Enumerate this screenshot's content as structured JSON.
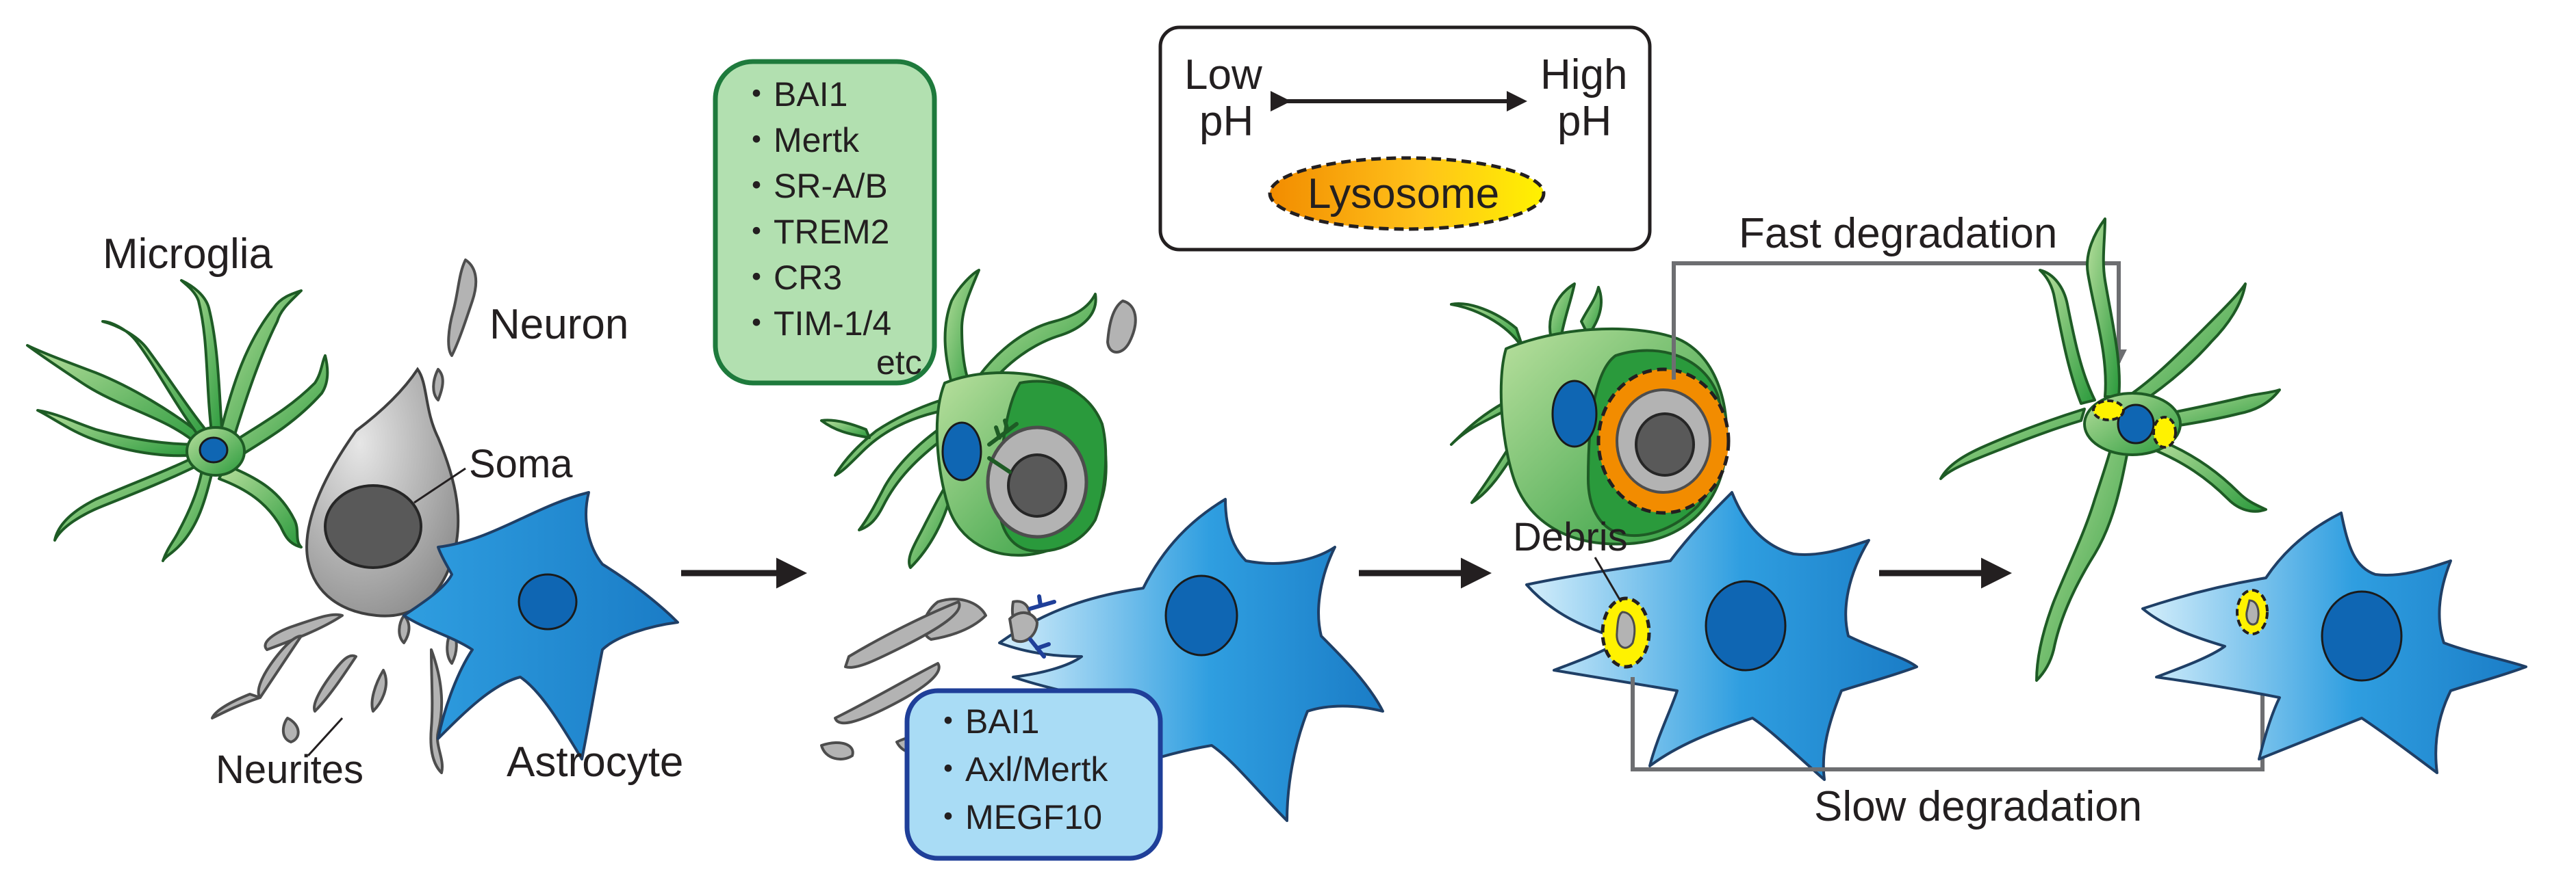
{
  "labels": {
    "microglia": "Microglia",
    "neuron": "Neuron",
    "soma": "Soma",
    "neurites": "Neurites",
    "astrocyte": "Astrocyte",
    "debris": "Debris",
    "fast_degradation": "Fast degradation",
    "slow_degradation": "Slow degradation"
  },
  "legend": {
    "low": "Low",
    "high": "High",
    "ph": "pH",
    "lysosome": "Lysosome"
  },
  "microglia_receptors": {
    "items": [
      "BAI1",
      "Mertk",
      "SR-A/B",
      "TREM2",
      "CR3",
      "TIM-1/4"
    ],
    "suffix": "etc"
  },
  "astrocyte_receptors": {
    "items": [
      "BAI1",
      "Axl/Mertk",
      "MEGF10"
    ]
  },
  "colors": {
    "microglia_light": "#a6d38a",
    "microglia_dark": "#2a9a3c",
    "microglia_outline": "#1e5b25",
    "astrocyte": "#2f9ee0",
    "astrocyte_light": "#bfe4f7",
    "nucleus": "#0f66b3",
    "neuron_gray": "#b3b3b3",
    "neuron_dark": "#595959",
    "lysosome_orange": "#f28c00",
    "lysosome_yellow": "#fff200",
    "green_box_fill": "#b2e0b0",
    "green_box_border": "#1e7a3c",
    "blue_box_fill": "#a9dcf5",
    "blue_box_border": "#1f3f99",
    "arrow": "#231f20",
    "path_gray": "#6d6e71"
  }
}
